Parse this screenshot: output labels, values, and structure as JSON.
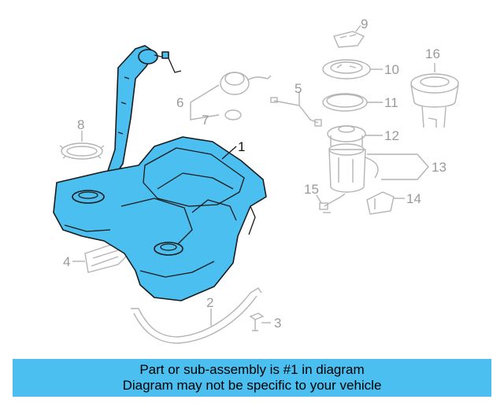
{
  "callouts": {
    "c1": "1",
    "c2": "2",
    "c3": "3",
    "c4": "4",
    "c5": "5",
    "c6": "6",
    "c7": "7",
    "c8": "8",
    "c9": "9",
    "c10": "10",
    "c11": "11",
    "c12": "12",
    "c13": "13",
    "c14": "14",
    "c15": "15",
    "c16": "16"
  },
  "banner": {
    "line1": "Part or sub-assembly is #1 in diagram",
    "line2": "Diagram may not be specific to your vehicle"
  },
  "colors": {
    "highlight": "#4bbff0",
    "outline": "#1b1b1b",
    "faint_parts": "#b4b4b4"
  }
}
